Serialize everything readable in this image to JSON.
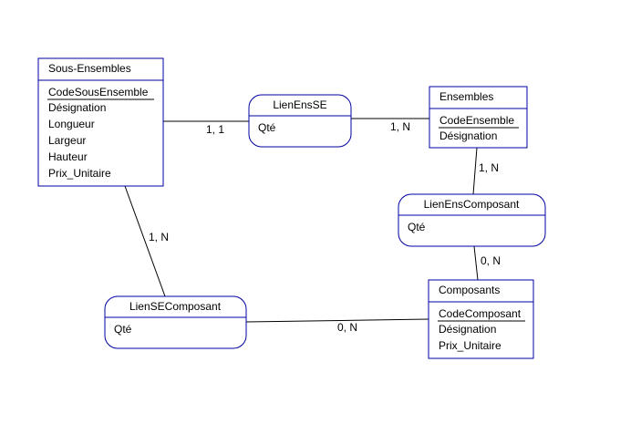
{
  "diagram": {
    "colors": {
      "box_border": "#0000a0",
      "line": "#000000",
      "text": "#000000",
      "background": "#ffffff"
    },
    "entities": {
      "sous_ensembles": {
        "title": "Sous-Ensembles",
        "key": "CodeSousEnsemble",
        "attributes": [
          "Désignation",
          "Longueur",
          "Largeur",
          "Hauteur",
          "Prix_Unitaire"
        ]
      },
      "ensembles": {
        "title": "Ensembles",
        "key": "CodeEnsemble",
        "attributes": [
          "Désignation"
        ]
      },
      "composants": {
        "title": "Composants",
        "key": "CodeComposant",
        "attributes": [
          "Désignation",
          "Prix_Unitaire"
        ]
      }
    },
    "associations": {
      "lien_ens_se": {
        "title": "LienEnsSE",
        "attributes": [
          "Qté"
        ]
      },
      "lien_ens_composant": {
        "title": "LienEnsComposant",
        "attributes": [
          "Qté"
        ]
      },
      "lien_se_composant": {
        "title": "LienSEComposant",
        "attributes": [
          "Qté"
        ]
      }
    },
    "cardinalities": {
      "se_to_lienensse": "1, 1",
      "ensembles_to_lienensse": "1, N",
      "ensembles_to_lienenscomposant": "1, N",
      "composants_to_lienenscomposant": "0, N",
      "se_to_liensecomposant": "1, N",
      "composants_to_liensecomposant": "0, N"
    }
  }
}
